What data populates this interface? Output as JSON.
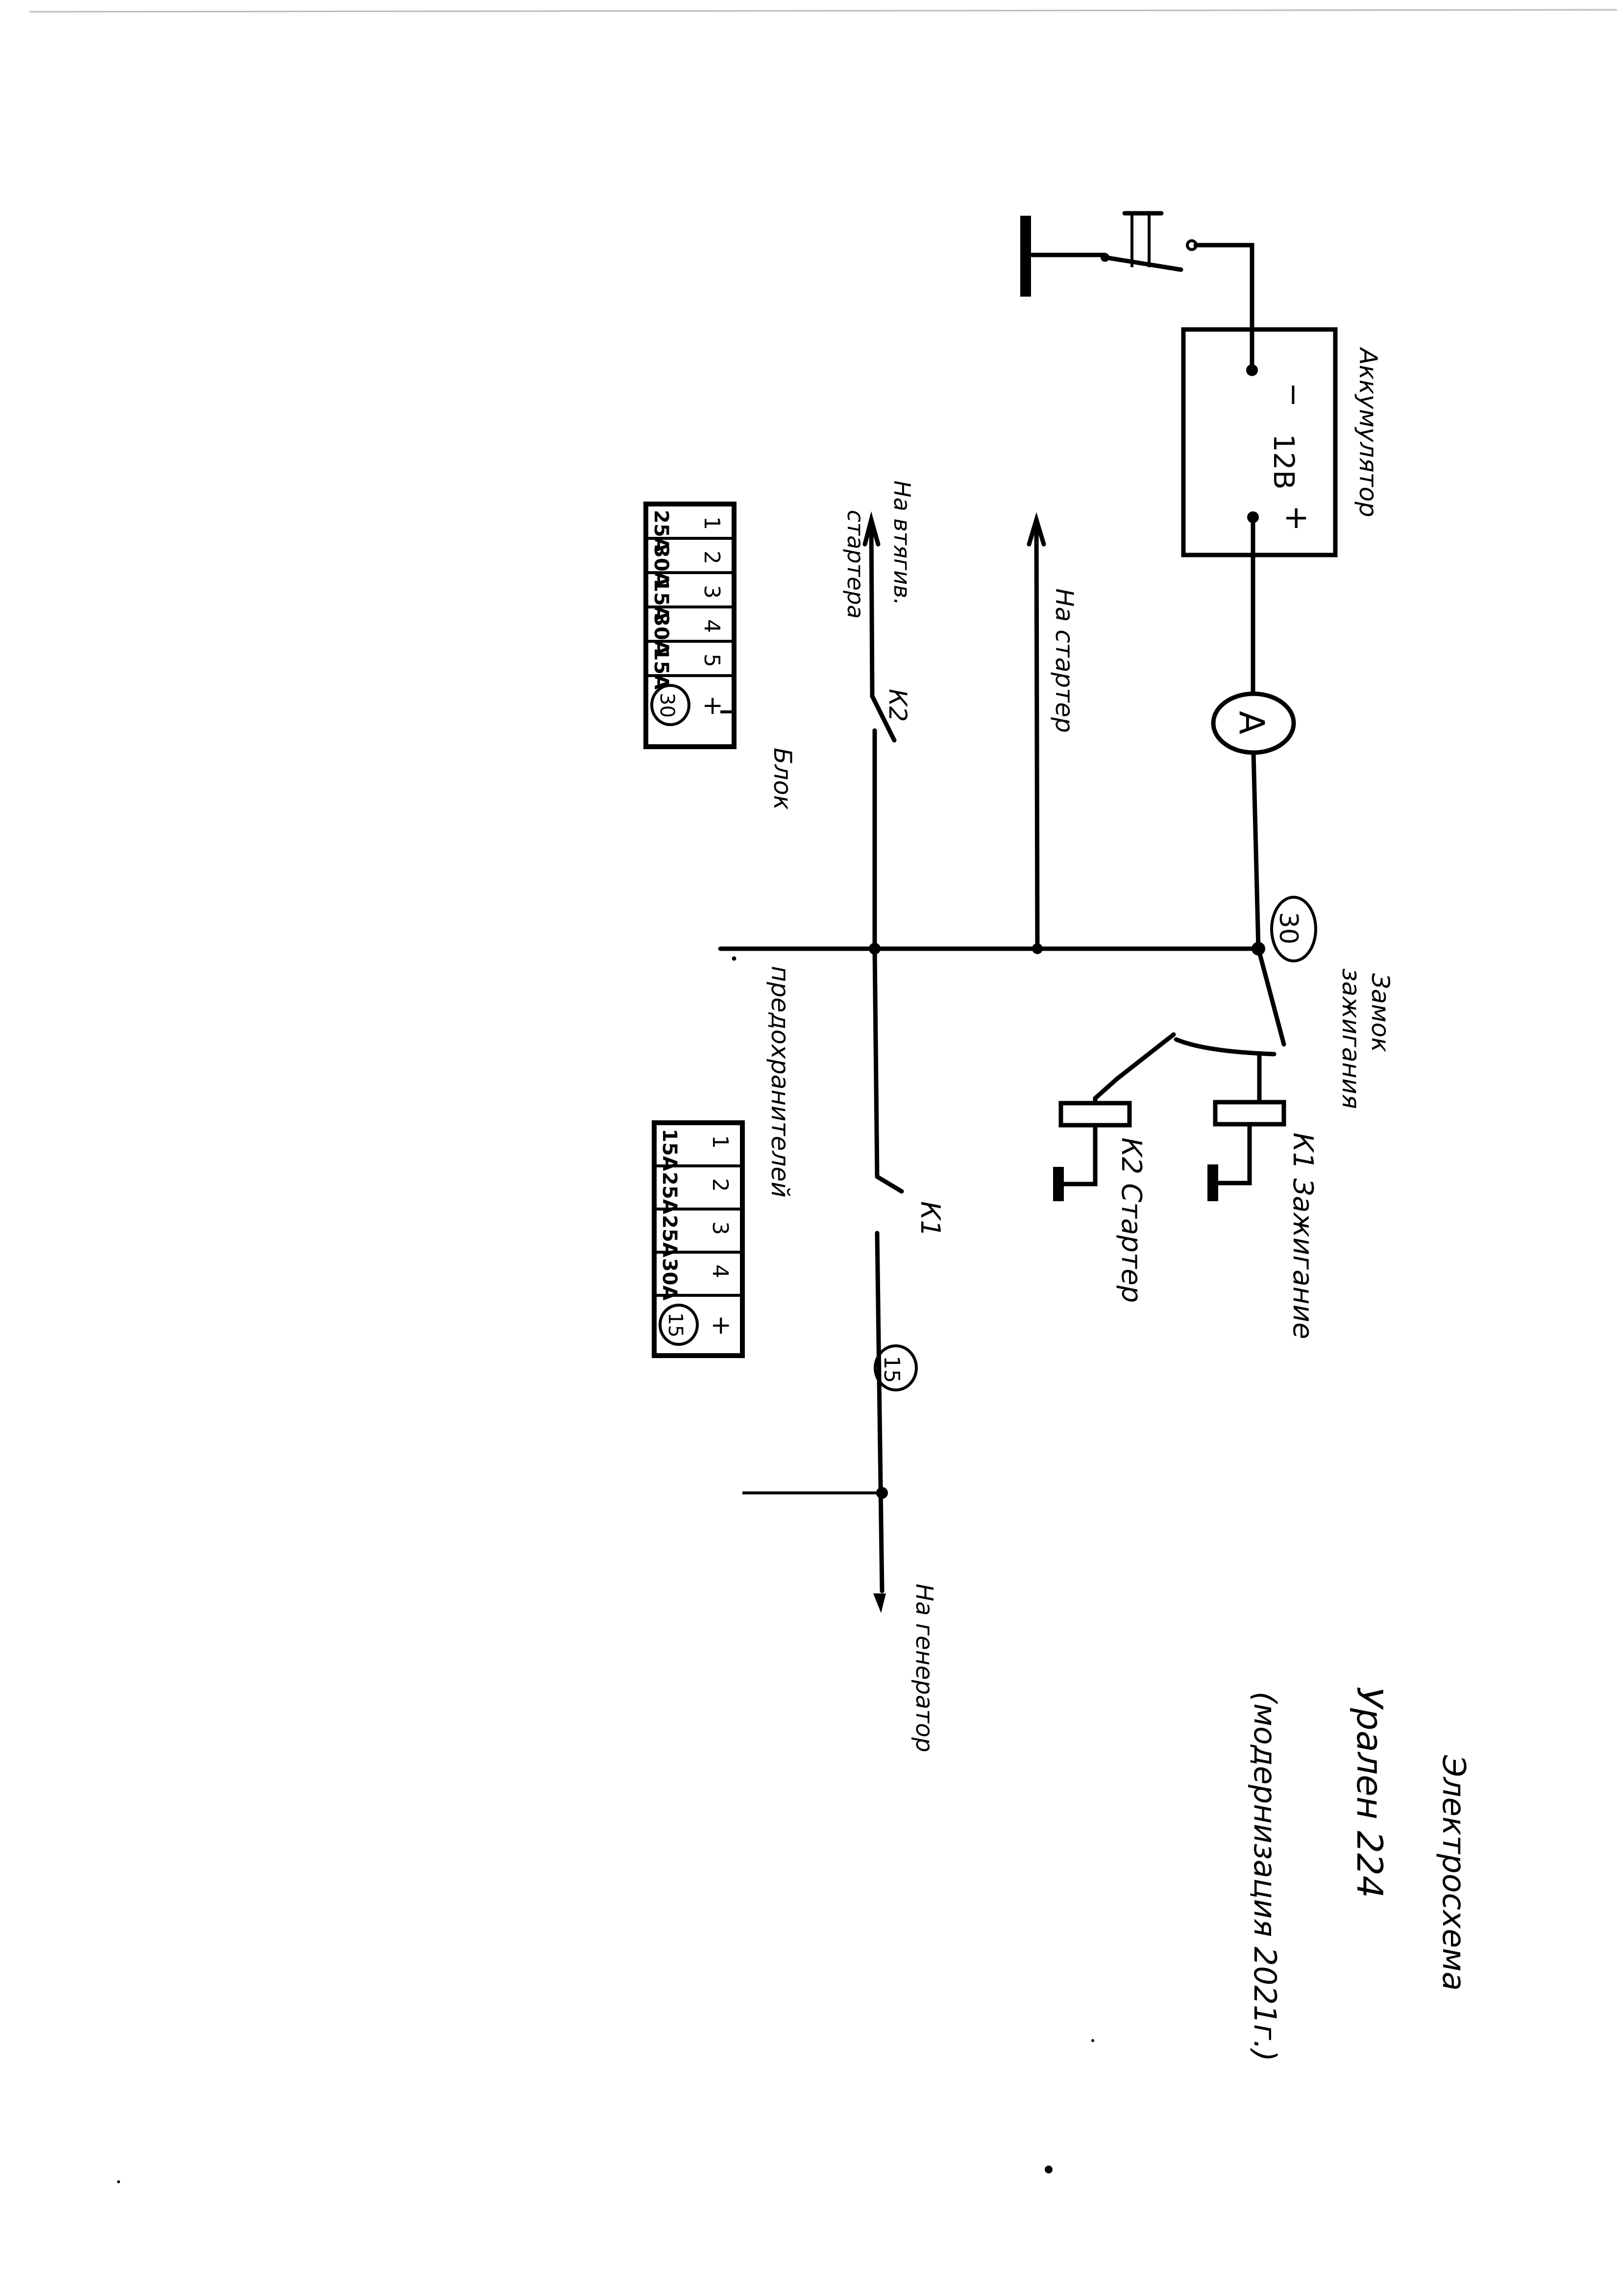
{
  "title": {
    "line1": "Электросхема",
    "line2": "Урален 224",
    "line3": "(модернизация 2021г.)"
  },
  "battery": {
    "label": "Аккумулятор",
    "voltage": "12В",
    "minus": "−",
    "plus": "+"
  },
  "ammeter": {
    "symbol": "A"
  },
  "terminal_30": "30",
  "terminal_15": "15",
  "ignition_lock": {
    "label_line1": "Замок",
    "label_line2": "зажигания"
  },
  "relays": [
    {
      "id": "K1",
      "label": "К1 Зажигание"
    },
    {
      "id": "K2",
      "label": "К2 Стартер"
    }
  ],
  "contacts": [
    {
      "id": "K1",
      "label": "К1"
    },
    {
      "id": "K2",
      "label": "К2"
    }
  ],
  "outputs": {
    "starter": "На стартер",
    "starter_winding_line1": "На втягив.",
    "starter_winding_line2": "стартера",
    "generator": "На генератор"
  },
  "fuse_block_label_line1": "Блок",
  "fuse_block_label_line2": "предохранителей",
  "fuse_block_30": {
    "plus": "+",
    "terminal": "30",
    "fuses": [
      {
        "num": "1",
        "rating": "25А"
      },
      {
        "num": "2",
        "rating": "30А"
      },
      {
        "num": "3",
        "rating": "15А"
      },
      {
        "num": "4",
        "rating": "30А"
      },
      {
        "num": "5",
        "rating": "15А"
      }
    ]
  },
  "fuse_block_15": {
    "plus": "+",
    "terminal": "15",
    "fuses": [
      {
        "num": "1",
        "rating": "15А"
      },
      {
        "num": "2",
        "rating": "25А"
      },
      {
        "num": "3",
        "rating": "25А"
      },
      {
        "num": "4",
        "rating": "30А"
      }
    ]
  },
  "colors": {
    "ink": "#000000",
    "paper": "#ffffff"
  }
}
